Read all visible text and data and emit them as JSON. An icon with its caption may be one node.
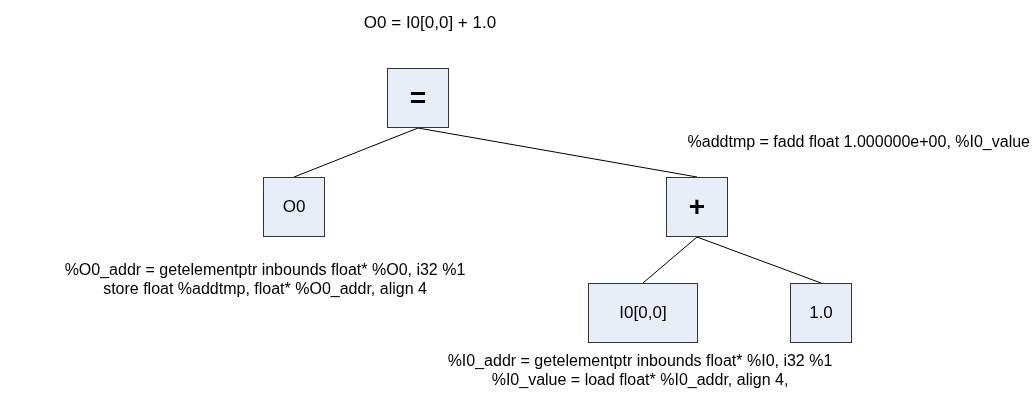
{
  "diagram": {
    "title": "O0 = I0[0,0] + 1.0",
    "nodes": [
      {
        "text": [
          "="
        ]
      },
      {
        "text": [
          "O0"
        ],
        "beside": [
          "%O0_addr = getelementptr inbounds float* %O0, i32 %1",
          "store float %addtmp, float* %O0_addr, align 4"
        ]
      },
      {
        "text": [
          "+"
        ],
        "beside": [
          "%addtmp = fadd float 1.000000e+00, %I0_value"
        ]
      },
      {
        "text": [
          "I0[0,0]"
        ],
        "beside": [
          "%I0_addr = getelementptr inbounds float* %I0, i32 %1",
          "%I0_value = load float* %I0_addr, align 4,"
        ]
      },
      {
        "text": [
          "1.0"
        ]
      }
    ],
    "edges": [
      {
        "from": 0,
        "to": 1,
        "arrow": "none"
      },
      {
        "from": 0,
        "to": 2,
        "arrow": "none"
      },
      {
        "from": 2,
        "to": 3,
        "arrow": "none"
      },
      {
        "from": 2,
        "to": 4,
        "arrow": "none"
      }
    ]
  }
}
